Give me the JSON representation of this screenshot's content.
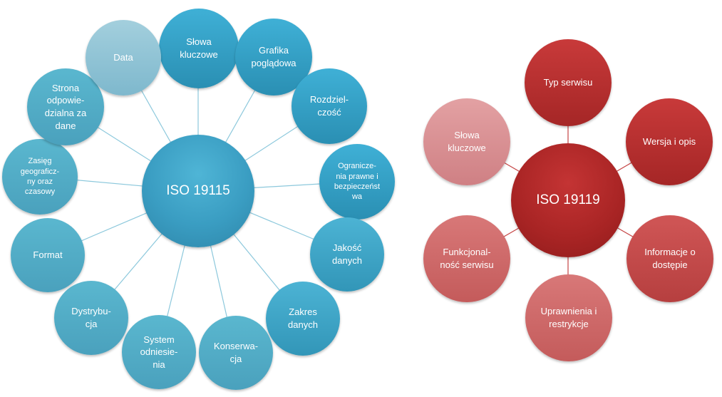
{
  "left_diagram": {
    "center": "ISO 19115",
    "nodes": [
      "Słowa\nkluczowe",
      "Grafika\npoglądowa",
      "Rozdziel-\nczość",
      "Ogranicze-\nnia prawne i\nbezpieczeńst\nwa",
      "Jakość\ndanych",
      "Zakres\ndanych",
      "Konserwa-\ncja",
      "System\nodniesie-\nnia",
      "Dystrybu-\ncja",
      "Format",
      "Zasięg\ngeograficz-\nny oraz\nczasowy",
      "Strona\nodpowie-\ndzialna za\ndane",
      "Data"
    ]
  },
  "right_diagram": {
    "center": "ISO 19119",
    "nodes": [
      "Typ serwisu",
      "Wersja i opis",
      "Informacje o\ndostępie",
      "Uprawnienia i\nrestrykcje",
      "Funkcjonal-\nność serwisu",
      "Słowa\nkluczowe"
    ]
  },
  "colors": {
    "blue_line": "#8cc8dc",
    "red_line": "#c54444"
  }
}
